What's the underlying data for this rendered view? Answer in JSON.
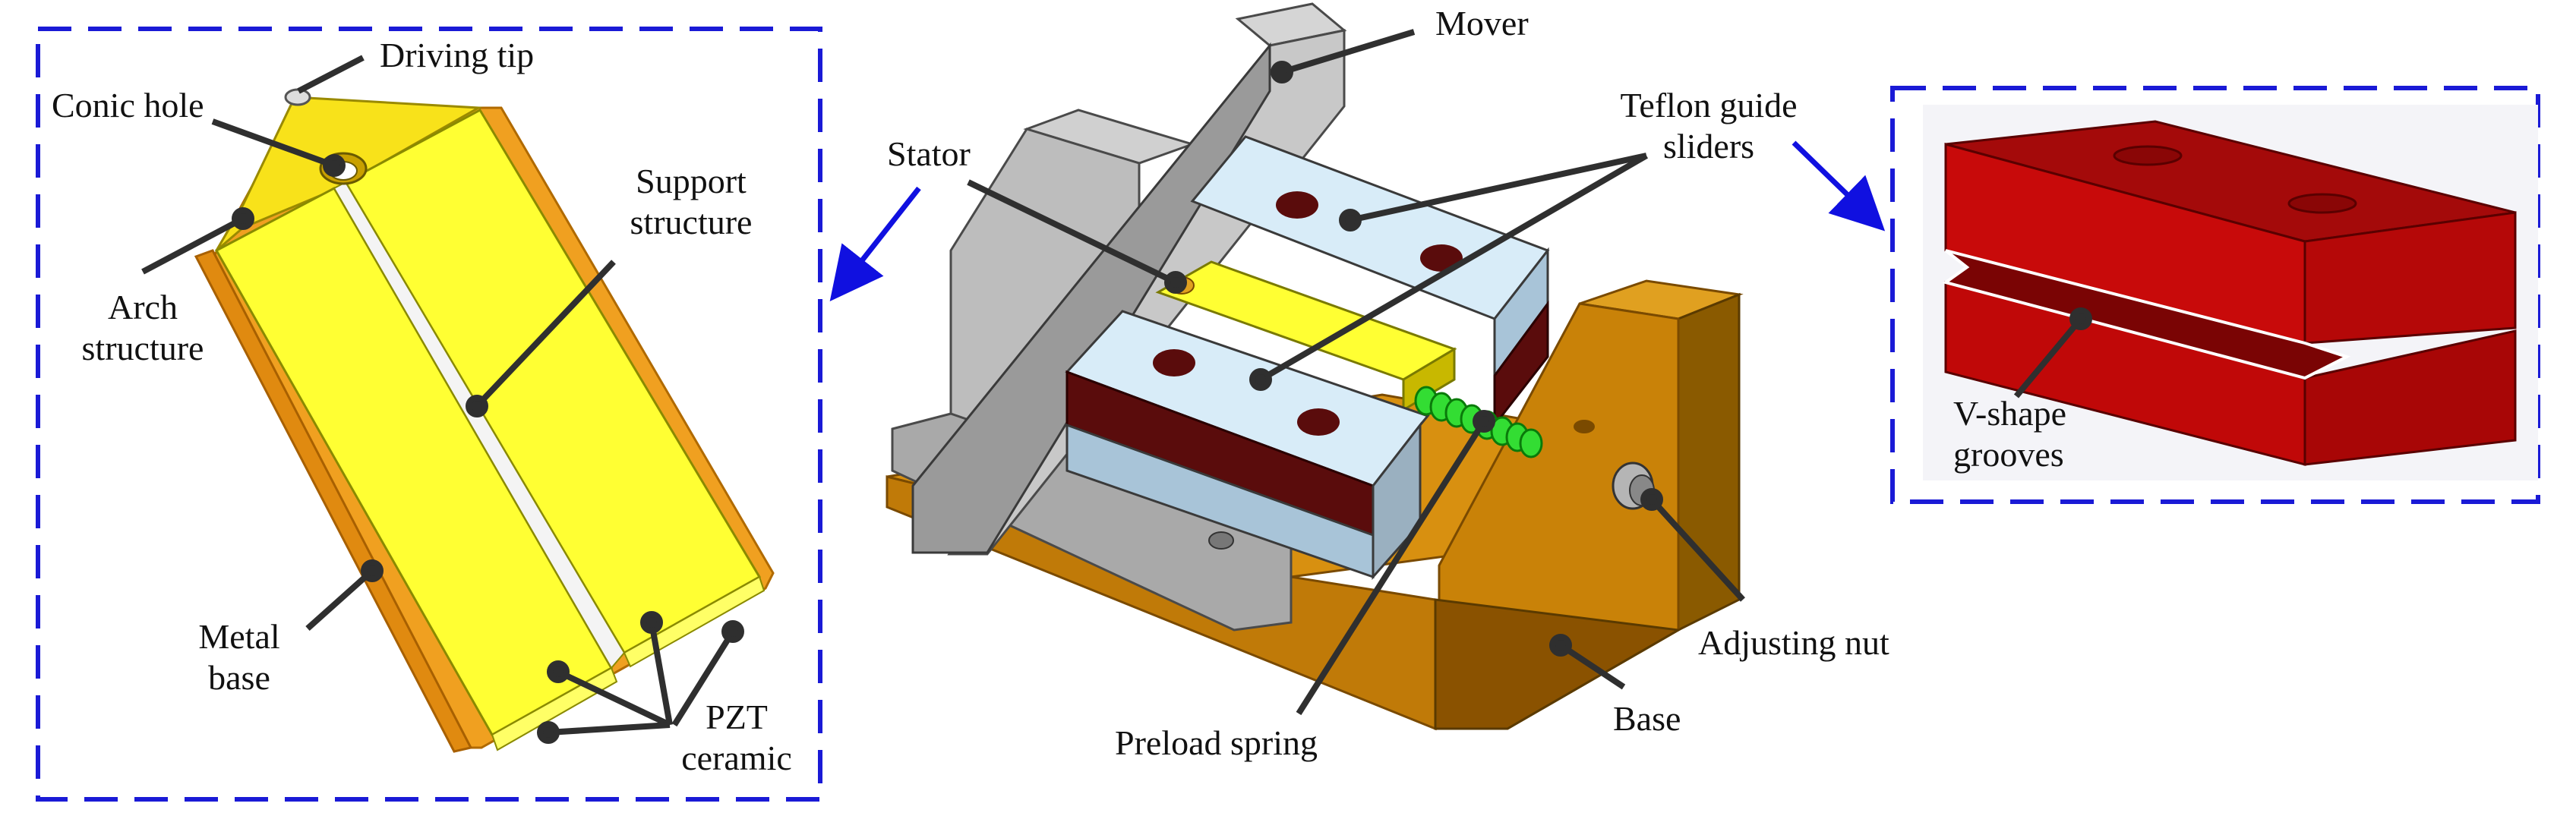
{
  "colors": {
    "frame": "#1a1ad6",
    "arrow": "#1010e0",
    "leader": "#2f2f2f",
    "pzt_yellow": "#ffff33",
    "metal_orange": "#f0a020",
    "slider_blue": "#d8ecf8",
    "base_brown": "#c9870a",
    "mover_gray": "#b8b8b8",
    "dark_red": "#5a0c0c",
    "nut_red": "#b00808",
    "spring_green": "#33dd33"
  },
  "labels": {
    "driving_tip": "Driving tip",
    "conic_hole": "Conic hole",
    "support_structure": [
      "Support",
      "structure"
    ],
    "arch_structure": [
      "Arch",
      "structure"
    ],
    "metal_base": [
      "Metal",
      "base"
    ],
    "pzt_ceramic": [
      "PZT",
      "ceramic"
    ],
    "mover": "Mover",
    "stator": "Stator",
    "teflon_guide_sliders": [
      "Teflon guide",
      "sliders"
    ],
    "preload_spring": "Preload spring",
    "base": "Base",
    "adjusting_nut": "Adjusting nut",
    "v_shape_grooves": [
      "V-shape",
      "grooves"
    ]
  }
}
